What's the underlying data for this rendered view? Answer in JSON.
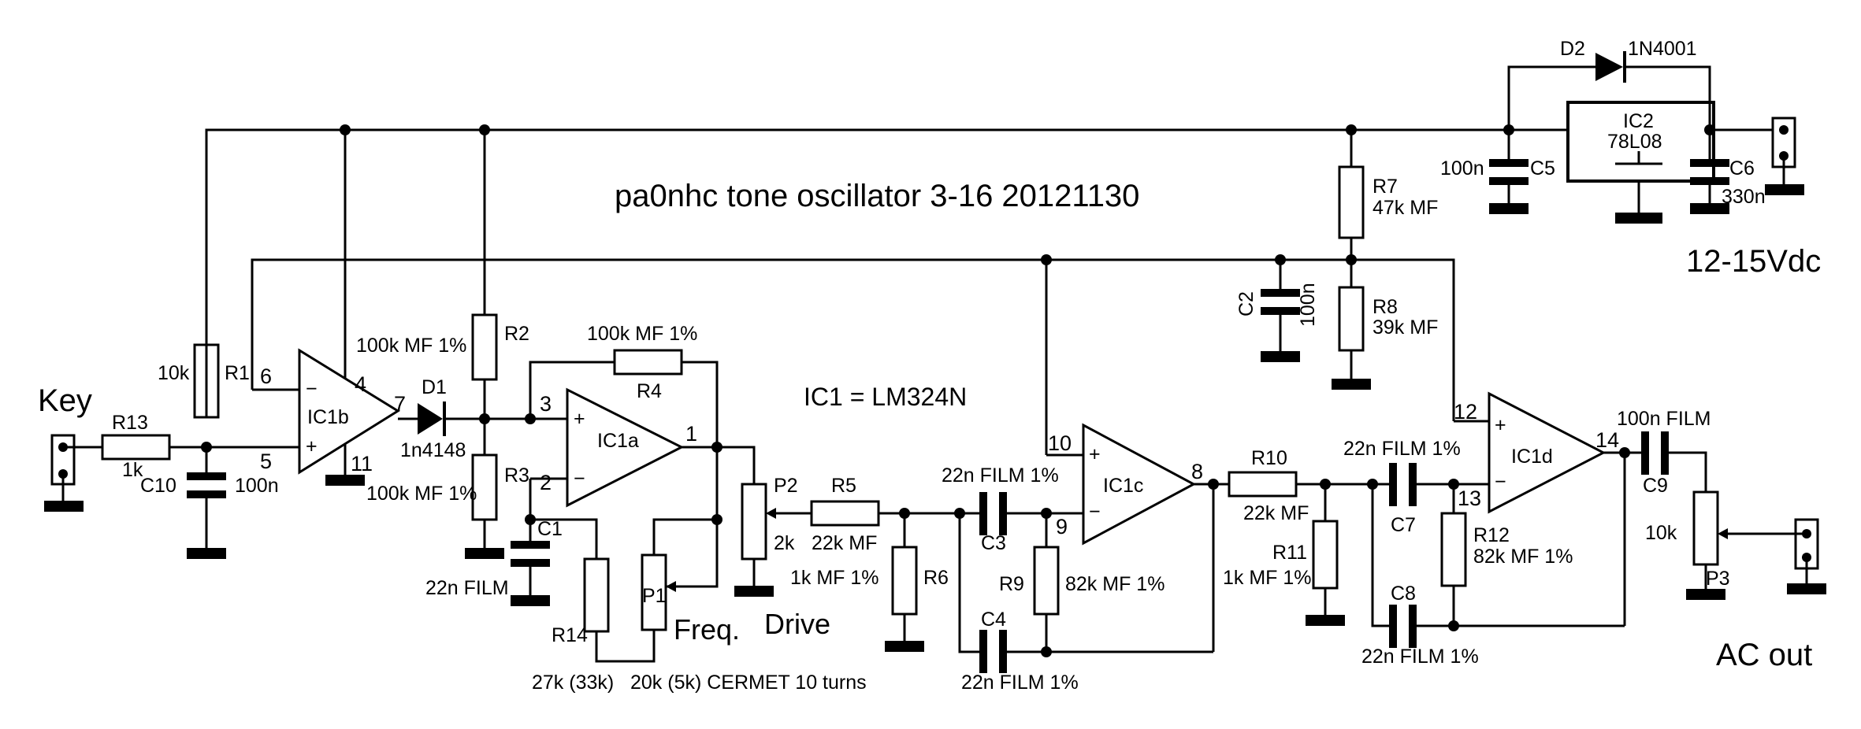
{
  "title": "pa0nhc tone oscillator 3-16 20121130",
  "ic_note": "IC1 = LM324N",
  "connectors": {
    "key": "Key",
    "supply": "12-15Vdc",
    "ac_out": "AC out"
  },
  "opamps": {
    "ic1a": "IC1a",
    "ic1b": "IC1b",
    "ic1c": "IC1c",
    "ic1d": "IC1d",
    "plus": "+",
    "minus": "−"
  },
  "pins": {
    "p1": "1",
    "p2": "2",
    "p3": "3",
    "p4": "4",
    "p5": "5",
    "p6": "6",
    "p7": "7",
    "p8": "8",
    "p9": "9",
    "p10": "10",
    "p11": "11",
    "p12": "12",
    "p13": "13",
    "p14": "14"
  },
  "components": {
    "r1": "R1",
    "r1_val": "10k",
    "r2": "R2",
    "r2_val": "100k MF 1%",
    "r3": "R3",
    "r3_val": "100k MF 1%",
    "r4": "R4",
    "r4_val": "100k MF 1%",
    "r5": "R5",
    "r5_val": "22k MF",
    "r6": "R6",
    "r6_val": "1k MF 1%",
    "r7": "R7",
    "r7_val": "47k MF",
    "r8": "R8",
    "r8_val": "39k MF",
    "r9": "R9",
    "r9_val": "82k MF 1%",
    "r10": "R10",
    "r10_val": "22k MF",
    "r11": "R11",
    "r11_val": "1k MF 1%",
    "r12": "R12",
    "r12_val": "82k MF 1%",
    "r13": "R13",
    "r13_val": "1k",
    "r14": "R14",
    "r14_val": "27k (33k)",
    "c1": "C1",
    "c1_val": "22n FILM",
    "c2": "C2",
    "c2_val": "100n",
    "c3": "C3",
    "c3_val": "22n FILM 1%",
    "c4": "C4",
    "c4_val": "22n FILM 1%",
    "c5": "C5",
    "c5_val": "100n",
    "c6": "C6",
    "c6_val": "330n",
    "c7": "C7",
    "c7_val": "22n FILM 1%",
    "c8": "C8",
    "c8_val": "22n FILM 1%",
    "c9": "C9",
    "c9_val": "100n FILM",
    "c10": "C10",
    "c10_val": "100n",
    "d1": "D1",
    "d1_val": "1n4148",
    "d2": "D2",
    "d2_val": "1N4001",
    "ic2": "IC2",
    "ic2_val": "78L08",
    "p1": "P1",
    "p1_val": "20k (5k) CERMET 10 turns",
    "p1_func": "Freq.",
    "p2": "P2",
    "p2_val": "2k",
    "p2_func": "Drive",
    "p3": "P3",
    "p3_val": "10k"
  }
}
